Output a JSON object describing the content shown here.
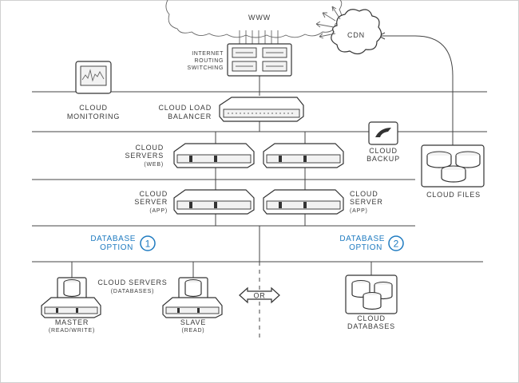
{
  "labels": {
    "www": "WWW",
    "cdn": "CDN",
    "routing": [
      "INTERNET",
      "ROUTING",
      "SWITCHING"
    ],
    "monitoring": [
      "CLOUD",
      "MONITORING"
    ],
    "load_balancer": [
      "CLOUD LOAD",
      "BALANCER"
    ],
    "web_servers": [
      "CLOUD",
      "SERVERS",
      "(WEB)"
    ],
    "backup": [
      "CLOUD",
      "BACKUP"
    ],
    "app_server_left": [
      "CLOUD",
      "SERVER",
      "(APP)"
    ],
    "app_server_right": [
      "CLOUD",
      "SERVER",
      "(APP)"
    ],
    "cloud_files": "CLOUD FILES",
    "db_option_1": [
      "DATABASE",
      "OPTION"
    ],
    "db_option_1_num": "1",
    "db_option_2": [
      "DATABASE",
      "OPTION"
    ],
    "db_option_2_num": "2",
    "db_servers": [
      "CLOUD SERVERS",
      "(DATABASES)"
    ],
    "master": [
      "MASTER",
      "(READ/WRITE)"
    ],
    "slave": [
      "SLAVE",
      "(READ)"
    ],
    "or": "OR",
    "cloud_databases": [
      "CLOUD",
      "DATABASES"
    ]
  },
  "colors": {
    "accent": "#1f7bc0",
    "line": "#444444",
    "text": "#3a3a3a"
  }
}
